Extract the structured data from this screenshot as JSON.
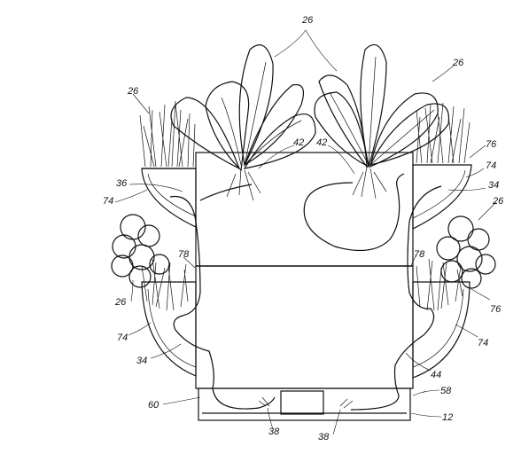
{
  "figure": {
    "labels": {
      "plant_top_a": "26",
      "plant_top_b": "26",
      "plant_right_top": "26",
      "plant_left_top": "26",
      "plant_right_mid": "26",
      "plant_left_mid": "26",
      "wick_left": "42",
      "wick_right": "42",
      "wick_sheath": "36",
      "pocket_upper_left": "74",
      "pocket_upper_right": "74",
      "pocket_lower_left": "74",
      "pocket_lower_right": "74",
      "rim_upper_right": "76",
      "rim_lower_right": "76",
      "side_tube_right": "34",
      "side_tube_left": "34",
      "opening_left": "78",
      "opening_right": "78",
      "inner_tube": "44",
      "reservoir": "58",
      "base": "12",
      "floor": "60",
      "foot_left": "38",
      "foot_right": "38"
    }
  }
}
